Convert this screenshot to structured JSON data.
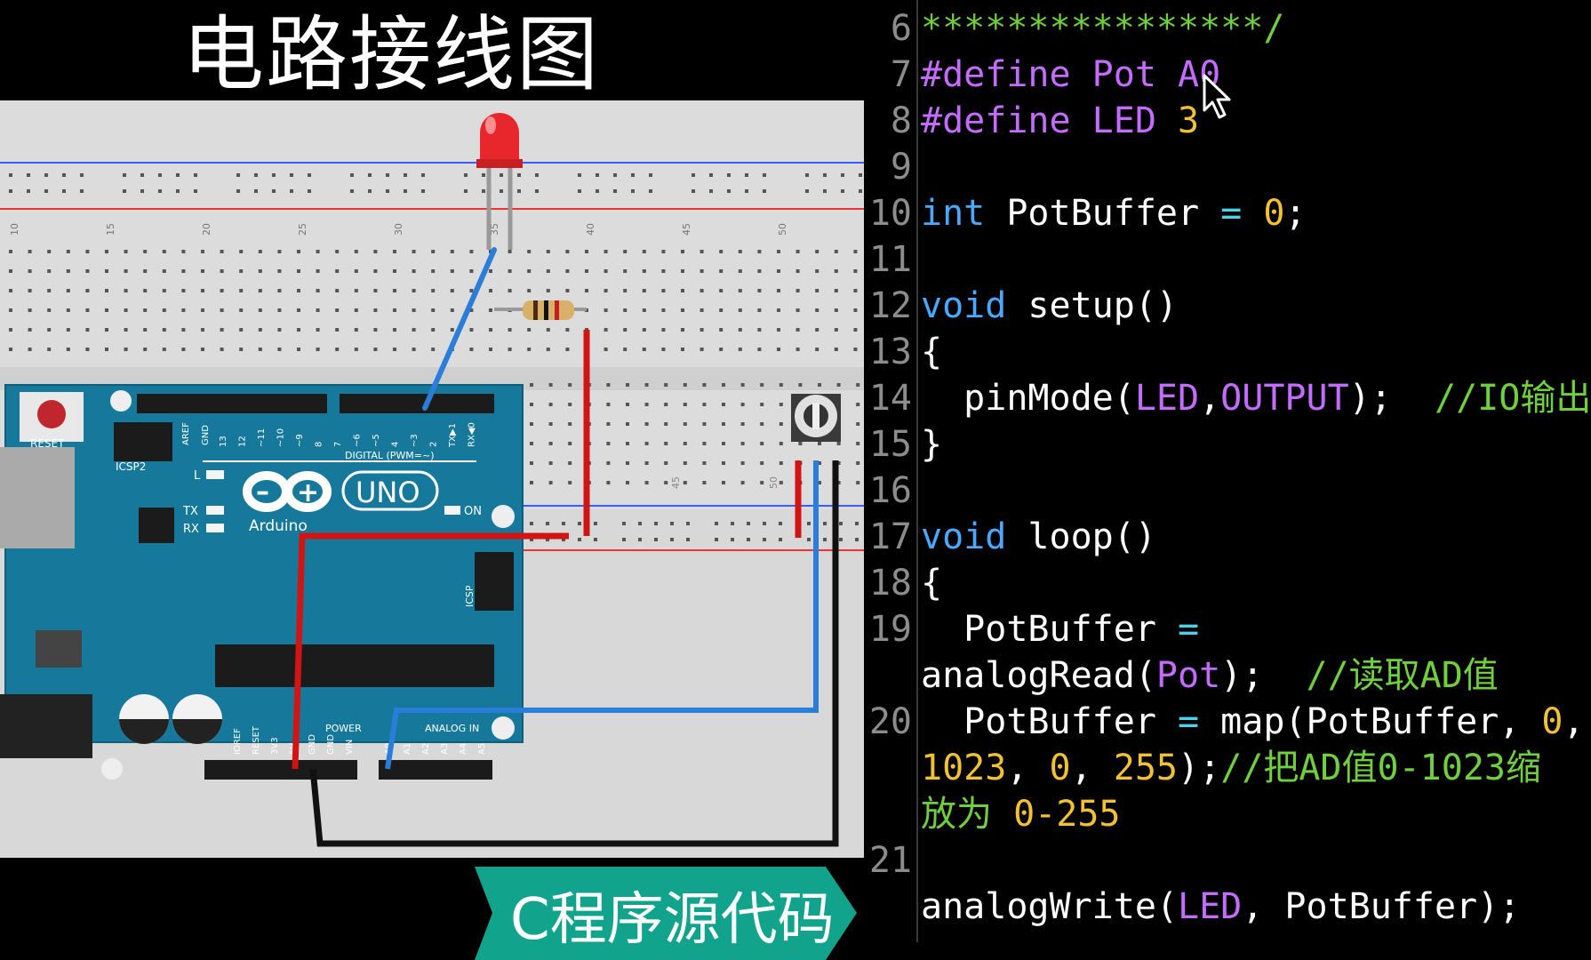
{
  "left_title": "电路接线图",
  "banner_label": "C程序源代码",
  "breadboard": {
    "column_numbers": [
      "10",
      "15",
      "20",
      "25",
      "30",
      "35",
      "40",
      "45",
      "50"
    ],
    "lower_column_numbers": [
      "45",
      "50"
    ]
  },
  "arduino": {
    "reset_label": "RESET",
    "icsp2_label": "ICSP2",
    "icsp_label": "ICSP",
    "l_label": "L",
    "tx_label": "TX",
    "rx_label": "RX",
    "on_label": "ON",
    "brand": "Arduino",
    "model": "UNO",
    "digital_label": "DIGITAL (PWM=~)",
    "power_label": "POWER",
    "analog_label": "ANALOG IN",
    "aref_label": "AREF",
    "gnd_label": "GND",
    "top_pins": [
      "13",
      "12",
      "~11",
      "~10",
      "~9",
      "8",
      "7",
      "~6",
      "~5",
      "4",
      "~3",
      "2",
      "TX▶1",
      "RX◀0"
    ],
    "power_pins": [
      "IOREF",
      "RESET",
      "3V3",
      "5V",
      "GND",
      "GND",
      "VIN"
    ],
    "analog_pins": [
      "A0",
      "A1",
      "A2",
      "A3",
      "A4",
      "A5"
    ]
  },
  "code_editor": {
    "lines": [
      {
        "num": "6",
        "tokens": [
          {
            "t": "****************/",
            "c": "cm"
          }
        ]
      },
      {
        "num": "7",
        "tokens": [
          {
            "t": "#define Pot A0",
            "c": "pp"
          }
        ]
      },
      {
        "num": "8",
        "tokens": [
          {
            "t": "#define LED ",
            "c": "pp"
          },
          {
            "t": "3",
            "c": "num"
          }
        ]
      },
      {
        "num": "9",
        "tokens": []
      },
      {
        "num": "10",
        "tokens": [
          {
            "t": "int",
            "c": "kw"
          },
          {
            "t": " PotBuffer ",
            "c": "pl"
          },
          {
            "t": "=",
            "c": "op"
          },
          {
            "t": " ",
            "c": "pl"
          },
          {
            "t": "0",
            "c": "num"
          },
          {
            "t": ";",
            "c": "pl"
          }
        ]
      },
      {
        "num": "11",
        "tokens": []
      },
      {
        "num": "12",
        "tokens": [
          {
            "t": "void",
            "c": "kw"
          },
          {
            "t": " setup()",
            "c": "pl"
          }
        ]
      },
      {
        "num": "13",
        "tokens": [
          {
            "t": "{",
            "c": "pl"
          }
        ]
      },
      {
        "num": "14",
        "tokens": [
          {
            "t": "  pinMode(",
            "c": "pl"
          },
          {
            "t": "LED",
            "c": "pp"
          },
          {
            "t": ",",
            "c": "pl"
          },
          {
            "t": "OUTPUT",
            "c": "pp"
          },
          {
            "t": ");  ",
            "c": "pl"
          },
          {
            "t": "//IO输出",
            "c": "cm"
          }
        ]
      },
      {
        "num": "15",
        "tokens": [
          {
            "t": "}",
            "c": "pl"
          }
        ]
      },
      {
        "num": "16",
        "tokens": []
      },
      {
        "num": "17",
        "tokens": [
          {
            "t": "void",
            "c": "kw"
          },
          {
            "t": " loop()",
            "c": "pl"
          }
        ]
      },
      {
        "num": "18",
        "tokens": [
          {
            "t": "{",
            "c": "pl"
          }
        ]
      },
      {
        "num": "19",
        "tokens": [
          {
            "t": "  PotBuffer ",
            "c": "pl"
          },
          {
            "t": "=",
            "c": "op"
          }
        ]
      },
      {
        "num": "",
        "tokens": [
          {
            "t": "analogRead(",
            "c": "pl"
          },
          {
            "t": "Pot",
            "c": "pp"
          },
          {
            "t": ");  ",
            "c": "pl"
          },
          {
            "t": "//读取AD值",
            "c": "cm"
          }
        ]
      },
      {
        "num": "20",
        "tokens": [
          {
            "t": "  PotBuffer ",
            "c": "pl"
          },
          {
            "t": "=",
            "c": "op"
          },
          {
            "t": " map(PotBuffer, ",
            "c": "pl"
          },
          {
            "t": "0",
            "c": "num"
          },
          {
            "t": ",",
            "c": "pl"
          }
        ]
      },
      {
        "num": "",
        "tokens": [
          {
            "t": "1023",
            "c": "num"
          },
          {
            "t": ", ",
            "c": "pl"
          },
          {
            "t": "0",
            "c": "num"
          },
          {
            "t": ", ",
            "c": "pl"
          },
          {
            "t": "255",
            "c": "num"
          },
          {
            "t": ");",
            "c": "pl"
          },
          {
            "t": "//把AD值0-1023缩",
            "c": "cm"
          }
        ]
      },
      {
        "num": "",
        "tokens": [
          {
            "t": "放为 ",
            "c": "cm"
          },
          {
            "t": "0-255",
            "c": "num"
          }
        ]
      },
      {
        "num": "21",
        "tokens": []
      },
      {
        "num": "",
        "tokens": [
          {
            "t": "analogWrite(",
            "c": "pl"
          },
          {
            "t": "LED",
            "c": "pp"
          },
          {
            "t": ", PotBuffer);",
            "c": "pl"
          }
        ]
      }
    ]
  },
  "colors": {
    "background": "#000000",
    "keyword": "#4aa8ff",
    "preprocessor": "#c46cff",
    "number": "#f2c230",
    "comment": "#6fcf3d",
    "operator": "#4fd0e8",
    "board": "#16799c",
    "banner": "#12a38d",
    "breadboard": "#dedede"
  },
  "icons": {
    "mouse_cursor": "arrow-pointer-icon",
    "led": "red-led-icon",
    "resistor": "resistor-icon",
    "potentiometer": "potentiometer-icon",
    "arduino_logo": "infinity-logo-icon"
  }
}
